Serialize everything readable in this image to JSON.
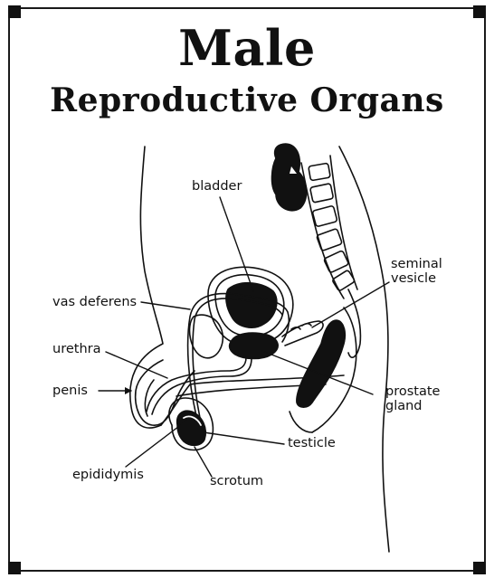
{
  "title": {
    "line1": "Male",
    "line2": "Reproductive Organs"
  },
  "labels": {
    "bladder": "bladder",
    "seminal_vesicle_1": "seminal",
    "seminal_vesicle_2": "vesicle",
    "vas_deferens": "vas deferens",
    "urethra": "urethra",
    "penis": "penis",
    "prostate_gland_1": "prostate",
    "prostate_gland_2": "gland",
    "testicle": "testicle",
    "epididymis": "epididymis",
    "scrotum": "scrotum"
  }
}
